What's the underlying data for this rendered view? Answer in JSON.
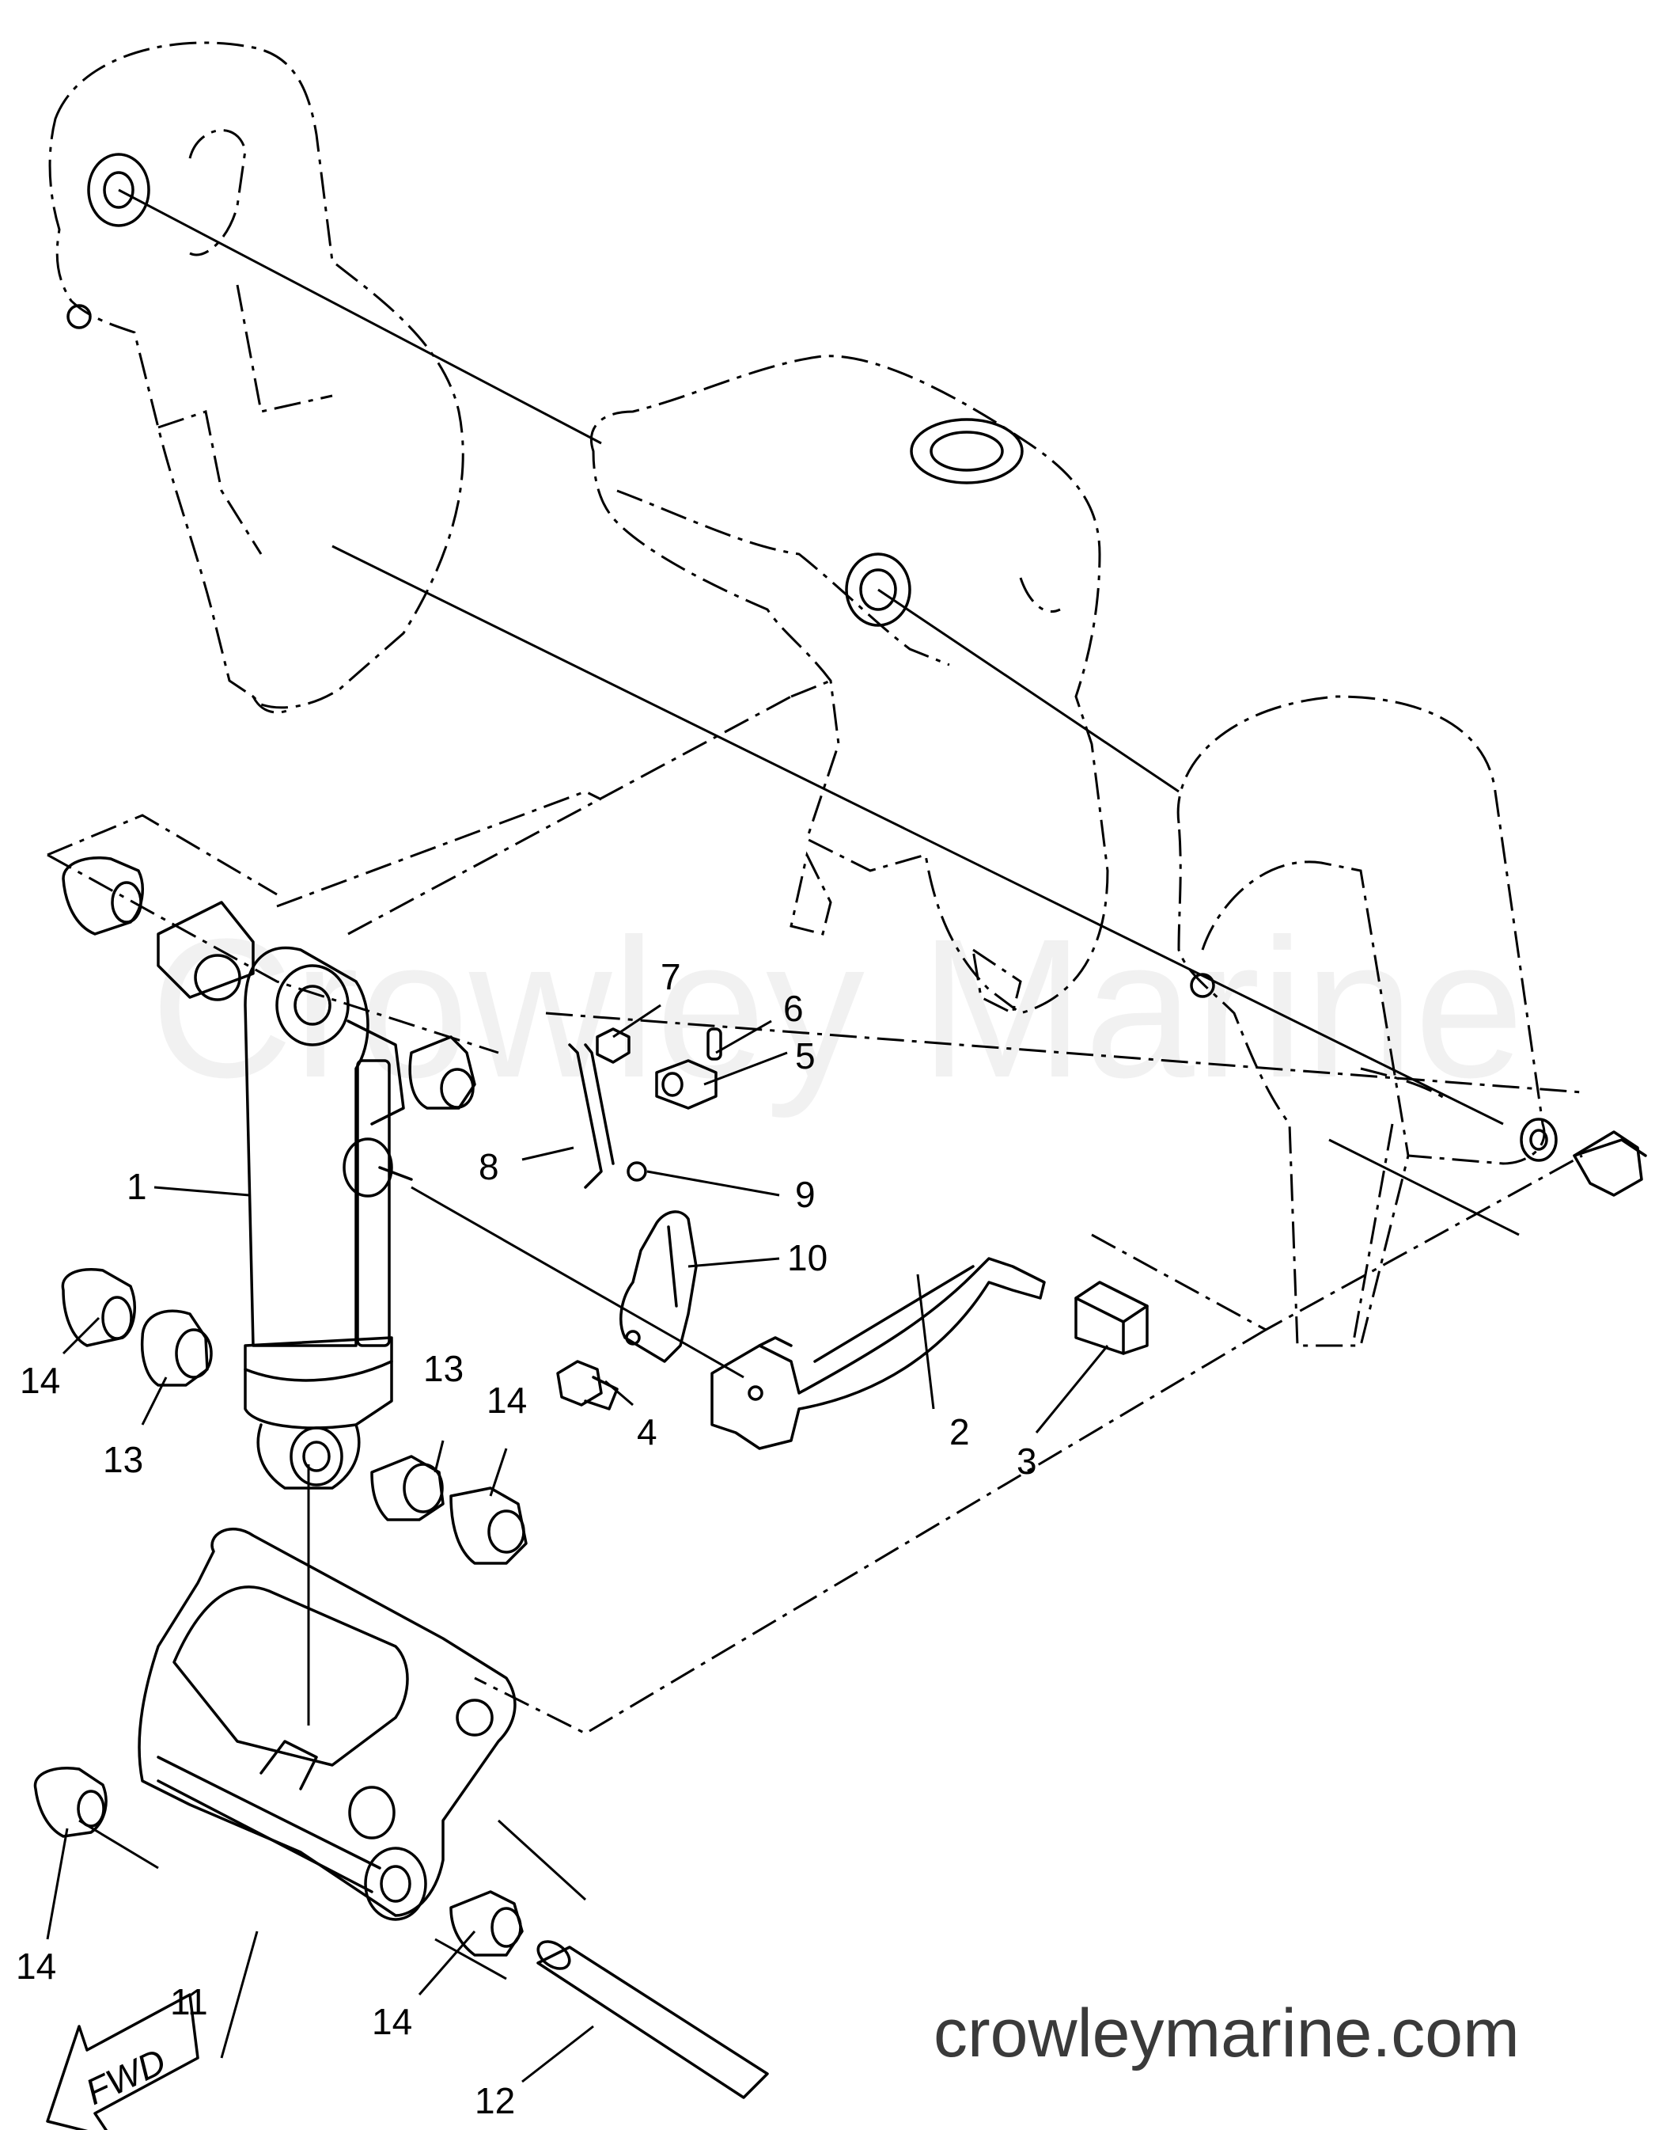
{
  "watermark": "Crowley Marine",
  "site": "crowleymarine.com",
  "arrow_label": "FWD",
  "callouts": {
    "c1": "1",
    "c2": "2",
    "c3": "3",
    "c4": "4",
    "c5": "5",
    "c6": "6",
    "c7": "7",
    "c8": "8",
    "c9": "9",
    "c10": "10",
    "c11": "11",
    "c12": "12",
    "c13a": "13",
    "c13b": "13",
    "c14a": "14",
    "c14b": "14",
    "c14c": "14",
    "c14d": "14"
  }
}
